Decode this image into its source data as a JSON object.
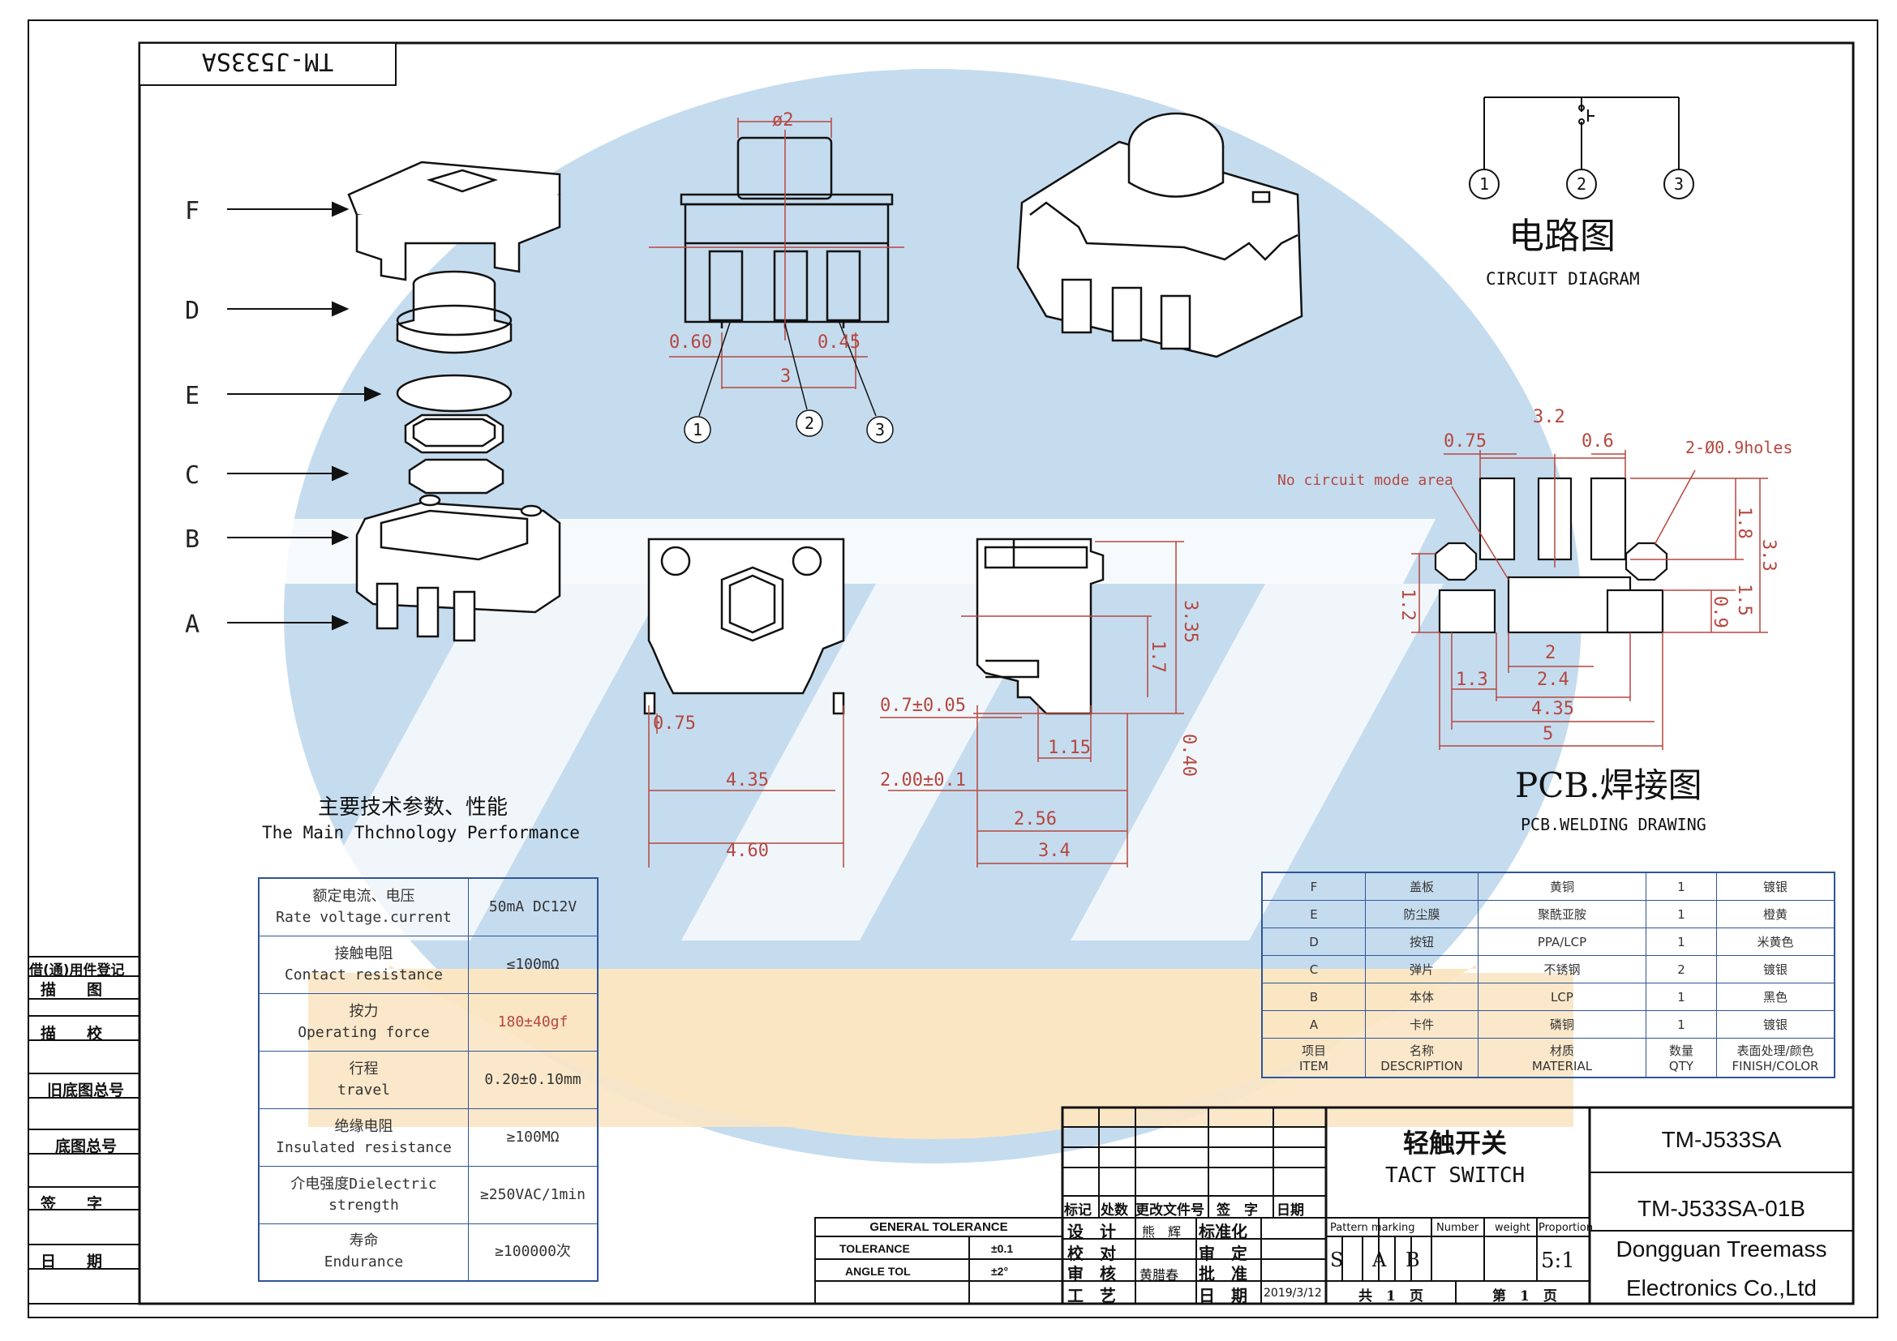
{
  "drawing_title_flipped": "TM-J533SA",
  "parts": {
    "letters": [
      "F",
      "D",
      "E",
      "C",
      "B",
      "A"
    ]
  },
  "front_view": {
    "diameter": "ø2",
    "dim_060": "0.60",
    "dim_045": "0.45",
    "dim_3": "3",
    "pins": [
      "1",
      "2",
      "3"
    ]
  },
  "circuit": {
    "pins": [
      "1",
      "2",
      "3"
    ],
    "title_cn": "电路图",
    "title_en": "CIRCUIT DIAGRAM"
  },
  "pcb": {
    "d_075": "0.75",
    "d_32": "3.2",
    "d_06": "0.6",
    "holes": "2-Ø0.9holes",
    "no_circuit": "No circuit mode area",
    "d_18": "1.8",
    "d_33": "3.3",
    "d_15": "1.5",
    "d_12": "1.2",
    "d_09": "0.9",
    "d_2": "2",
    "d_13": "1.3",
    "d_24": "2.4",
    "d_435": "4.35",
    "d_5": "5",
    "title_cn": "PCB.焊接图",
    "title_en": "PCB.WELDING DRAWING"
  },
  "bottom_view": {
    "d_075": "0.75",
    "d_435": "4.35",
    "d_460": "4.60"
  },
  "side_view": {
    "d_335": "3.35",
    "d_17": "1.7",
    "d_07": "0.7±0.05",
    "d_115": "1.15",
    "d_040": "0.40",
    "d_200": "2.00±0.1",
    "d_256": "2.56",
    "d_34": "3.4"
  },
  "performance": {
    "title_cn": "主要技术参数、性能",
    "title_en": "The Main Thchnology Performance",
    "rows": [
      {
        "cn": "额定电流、电压",
        "en": "Rate voltage.current",
        "value": "50mA DC12V"
      },
      {
        "cn": "接触电阻",
        "en": "Contact resistance",
        "value": "≤100mΩ"
      },
      {
        "cn": "按力",
        "en": "Operating force",
        "value": "180±40gf"
      },
      {
        "cn": "行程",
        "en": "travel",
        "value": "0.20±0.10mm"
      },
      {
        "cn": "绝缘电阻",
        "en": "Insulated resistance",
        "value": "≥100MΩ"
      },
      {
        "cn": "介电强度Dielectric",
        "en": "strength",
        "value": "≥250VAC/1min"
      },
      {
        "cn": "寿命",
        "en": "Endurance",
        "value": "≥100000次"
      }
    ]
  },
  "bom": {
    "rows": [
      {
        "item": "F",
        "name": "盖板",
        "material": "黄铜",
        "qty": "1",
        "finish": "镀银"
      },
      {
        "item": "E",
        "name": "防尘膜",
        "material": "聚酰亚胺",
        "qty": "1",
        "finish": "橙黄"
      },
      {
        "item": "D",
        "name": "按钮",
        "material": "PPA/LCP",
        "qty": "1",
        "finish": "米黄色"
      },
      {
        "item": "C",
        "name": "弹片",
        "material": "不锈钢",
        "qty": "2",
        "finish": "镀银"
      },
      {
        "item": "B",
        "name": "本体",
        "material": "LCP",
        "qty": "1",
        "finish": "黑色"
      },
      {
        "item": "A",
        "name": "卡件",
        "material": "磷铜",
        "qty": "1",
        "finish": "镀银"
      }
    ],
    "header": {
      "item_cn": "项目",
      "item_en": "ITEM",
      "name_cn": "名称",
      "name_en": "DESCRIPTION",
      "mat_cn": "材质",
      "mat_en": "MATERIAL",
      "qty_cn": "数量",
      "qty_en": "QTY",
      "fin_cn": "表面处理/颜色",
      "fin_en": "FINISH/COLOR"
    }
  },
  "left_strip": {
    "labels": [
      "借(通)用件登记",
      "描　　图",
      "描　　校",
      "旧底图总号",
      "底图总号",
      "签　　字",
      "日　　期"
    ]
  },
  "title_block": {
    "product_cn": "轻触开关",
    "product_en": "TACT SWITCH",
    "part_no": "TM-J533SA",
    "drawing_no": "TM-J533SA-01B",
    "company_1": "Dongguan Treemass",
    "company_2": "Electronics Co.,Ltd",
    "pattern_marking": "Pattern marking",
    "number": "Number",
    "weight": "weight",
    "proportion": "Proportion",
    "s": "S",
    "a": "A",
    "b": "B",
    "scale": "5:1",
    "total": "共　1　页",
    "page": "第　1　页",
    "rev_headers": [
      "标记",
      "处数",
      "更改文件号",
      "签　字",
      "日期"
    ],
    "sign_rows": [
      {
        "a": "设　计",
        "b": "熊　辉",
        "c": "标准化",
        "d": ""
      },
      {
        "a": "校　对",
        "b": "",
        "c": "审　定",
        "d": ""
      },
      {
        "a": "审　核",
        "b": "黄腊春",
        "c": "批　准",
        "d": ""
      },
      {
        "a": "工　艺",
        "b": "",
        "c": "日　期",
        "d": "2019/3/12"
      }
    ],
    "gt_title": "GENERAL TOLERANCE",
    "tol_label": "TOLERANCE",
    "tol_value": "±0.1",
    "angle_label": "ANGLE TOL",
    "angle_value": "±2°"
  },
  "colors": {
    "watermark_blue": "#c5dcef",
    "watermark_orange": "#fbe6c4",
    "dim": "#b5473f",
    "table_border": "#2f5597"
  }
}
